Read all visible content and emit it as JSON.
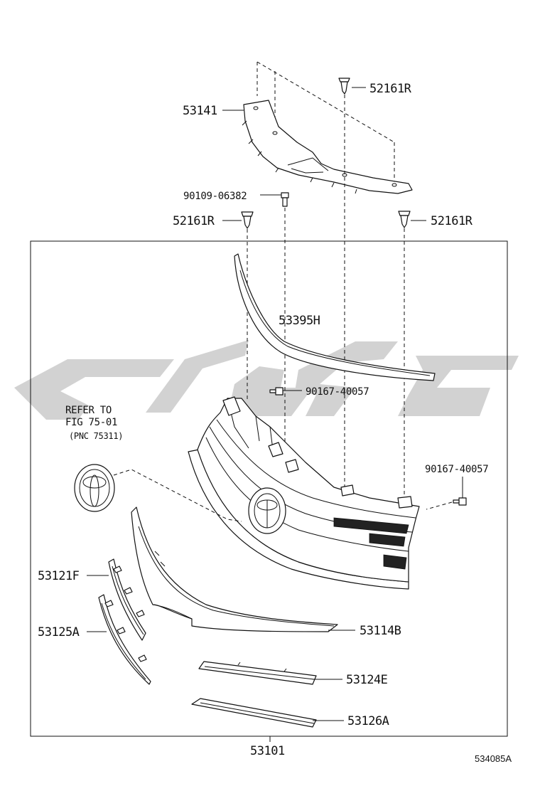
{
  "colors": {
    "line": "#111111",
    "watermark": "#d2d2d2",
    "background": "#ffffff"
  },
  "labels": {
    "clip_top": "52161R",
    "cover": "53141",
    "bolt_top": "90109-06382",
    "clip_left": "52161R",
    "clip_right": "52161R",
    "molding_top": "53395H",
    "screw_center": "90167-40057",
    "screw_right": "90167-40057",
    "refer_line1": "REFER TO",
    "refer_line2": "FIG 75-01",
    "refer_line3": "(PNC 75311)",
    "molding_f": "53121F",
    "molding_a": "53125A",
    "molding_b": "53114B",
    "molding_e": "53124E",
    "molding_126": "53126A",
    "assembly": "53101",
    "illustration_no": "534085A"
  },
  "icons": [
    "emblem-icon",
    "clip-icon",
    "bolt-icon",
    "screw-icon"
  ]
}
